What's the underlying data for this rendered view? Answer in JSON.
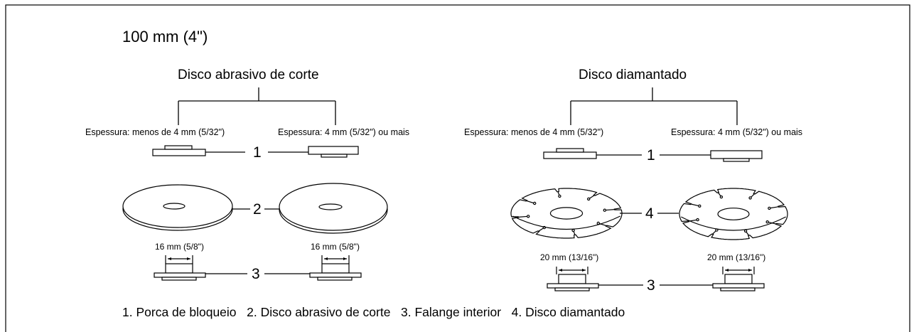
{
  "title": "100 mm (4\")",
  "groups": {
    "abrasive": {
      "heading": "Disco abrasivo de corte",
      "left_label": "Espessura: menos de 4 mm (5/32\")",
      "right_label": "Espessura: 4 mm (5/32\") ou mais",
      "dim_left": "16 mm (5/8\")",
      "dim_right": "16 mm (5/8\")"
    },
    "diamond": {
      "heading": "Disco diamantado",
      "left_label": "Espessura: menos de 4 mm (5/32\")",
      "right_label": "Espessura: 4 mm (5/32\") ou mais",
      "dim_left": "20 mm (13/16\")",
      "dim_right": "20 mm (13/16\")"
    }
  },
  "callouts": {
    "abr_locknut": "1",
    "abr_disc": "2",
    "abr_flange": "3",
    "dia_locknut": "1",
    "dia_disc": "4",
    "dia_flange": "3"
  },
  "legend": "1. Porca de bloqueio   2. Disco abrasivo de corte   3. Falange interior   4. Disco diamantado",
  "colors": {
    "line": "#000000",
    "fill": "#ffffff"
  }
}
